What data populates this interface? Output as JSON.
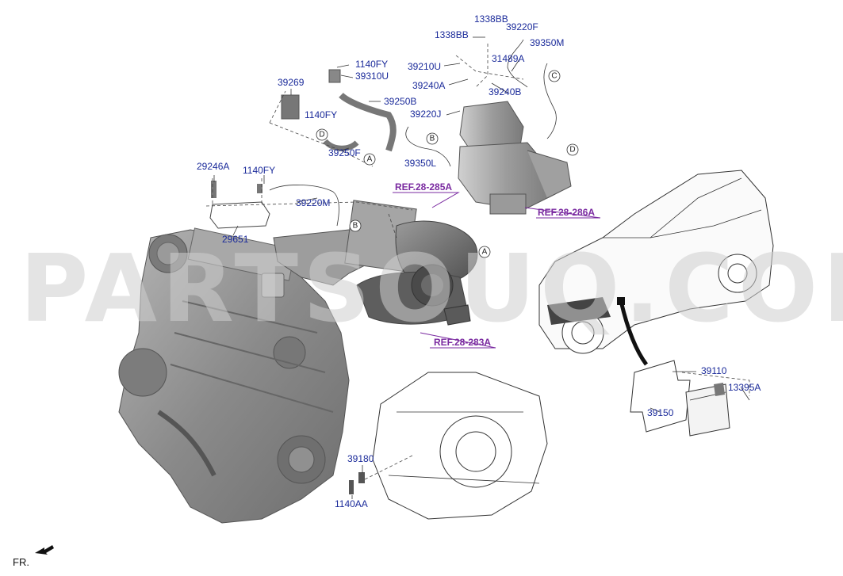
{
  "watermark": "PARTSOUQ.COM",
  "front_marker": "FR.",
  "part_labels": {
    "p1338BB_top": "1338BB",
    "p1338BB_left": "1338BB",
    "p39220F": "39220F",
    "p39350M": "39350M",
    "p39210U": "39210U",
    "p31489A": "31489A",
    "p39240A": "39240A",
    "p39240B": "39240B",
    "p39220J": "39220J",
    "p1140FY_a": "1140FY",
    "p39310U": "39310U",
    "p39269": "39269",
    "p39250B": "39250B",
    "p1140FY_b": "1140FY",
    "p39250F": "39250F",
    "p39350L": "39350L",
    "p29246A": "29246A",
    "p1140FY_c": "1140FY",
    "p39220M": "39220M",
    "p29651": "29651",
    "p39110": "39110",
    "p13395A": "13395A",
    "p39150": "39150",
    "p39180": "39180",
    "p1140AA": "1140AA"
  },
  "references": {
    "r285": "REF.28-285A",
    "r286": "REF.28-286A",
    "r283": "REF.28-283A"
  },
  "callouts": {
    "A": "A",
    "B": "B",
    "C": "C",
    "D": "D"
  },
  "colors": {
    "part_label": "#1a2a9a",
    "reference": "#7a2aa0",
    "engine_fill": "#8e8e8e",
    "line_art": "#333333"
  }
}
